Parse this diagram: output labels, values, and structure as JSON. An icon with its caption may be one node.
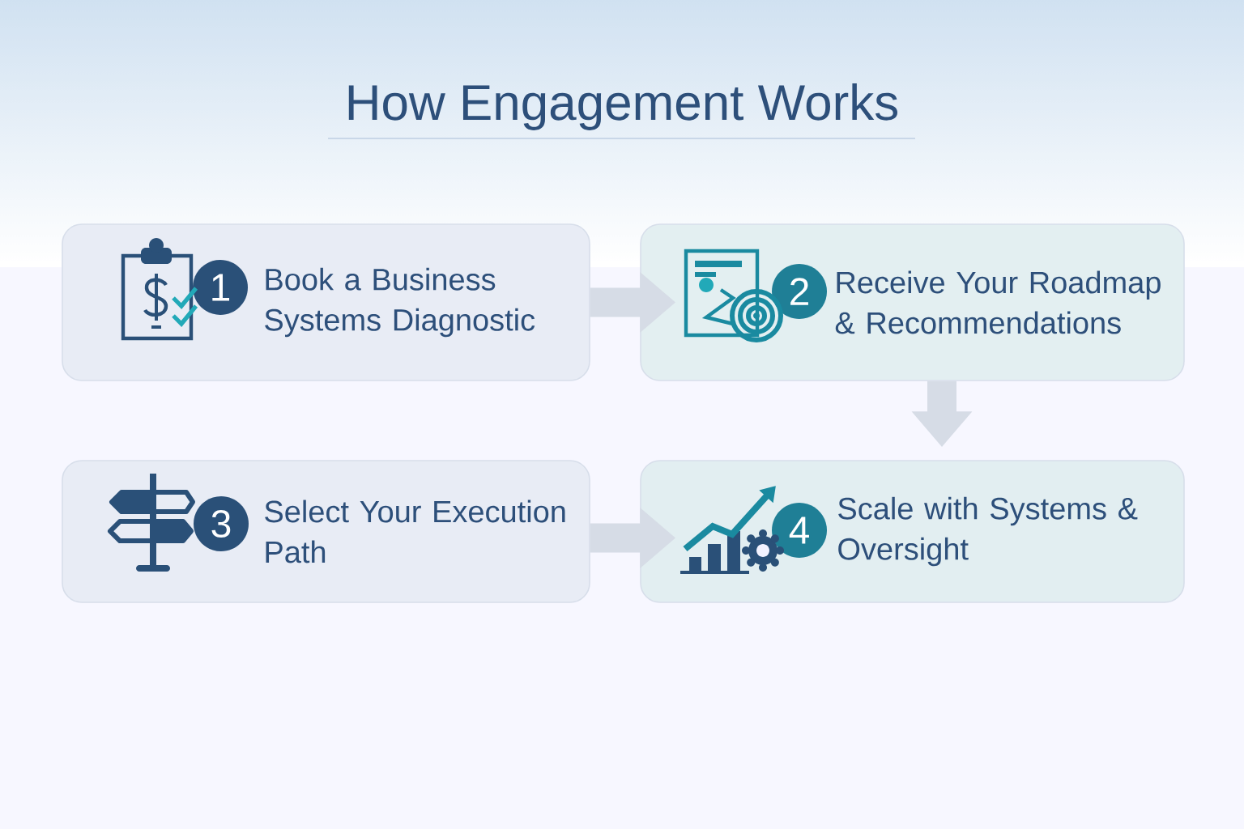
{
  "diagram": {
    "title": "How Engagement Works",
    "nodes": [
      {
        "text": [
          "1",
          "Book a Business Systems Diagnostic"
        ]
      },
      {
        "text": [
          "2",
          "Receive Your Roadmap & Recommendations"
        ]
      },
      {
        "text": [
          "3",
          "Select Your Execution Path"
        ]
      },
      {
        "text": [
          "4",
          "Scale with Systems & Oversight"
        ]
      }
    ],
    "edges": [
      {
        "from": 0,
        "to": 1,
        "arrow": "to"
      },
      {
        "from": 1,
        "to": 3,
        "arrow": "to"
      },
      {
        "from": 2,
        "to": 3,
        "arrow": "to"
      }
    ]
  }
}
